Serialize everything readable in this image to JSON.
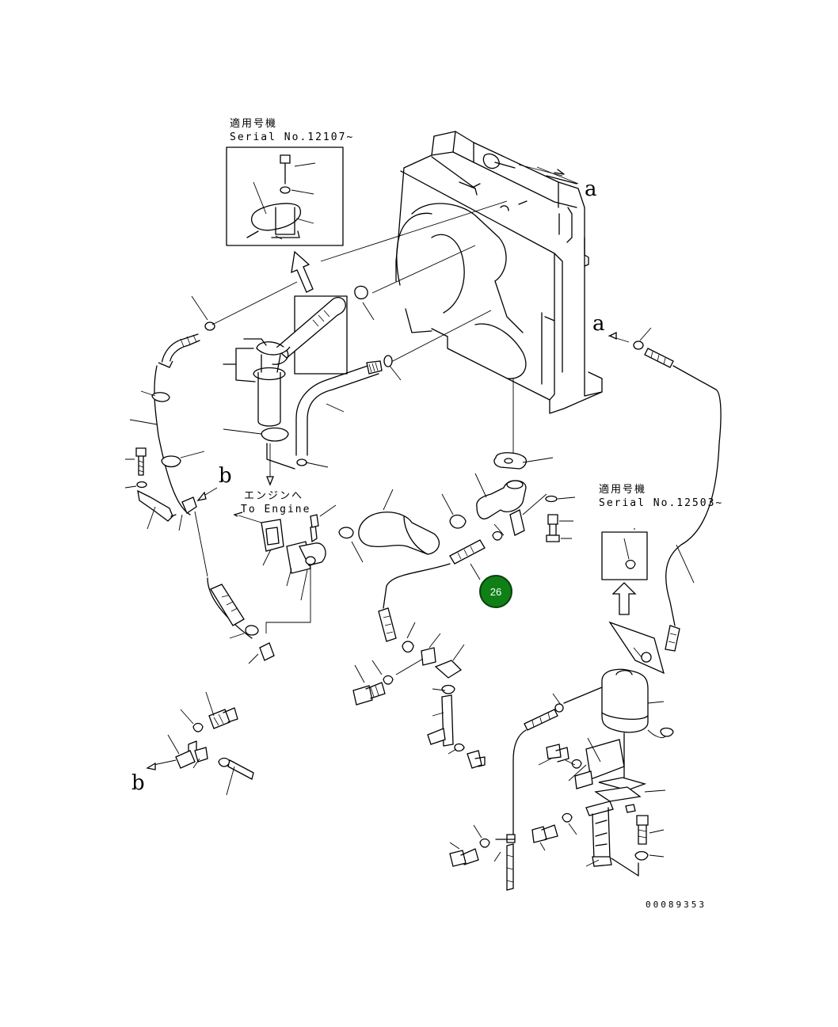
{
  "figure_code": "00089353",
  "inset_1": {
    "title_jp": "適用号機",
    "serial": "Serial No.12107~"
  },
  "inset_2": {
    "title_jp": "適用号機",
    "serial": "Serial No.12503~"
  },
  "engine_note": {
    "jp": "エンジンへ",
    "en": "To Engine"
  },
  "view_marks": {
    "a": "a",
    "b": "b"
  },
  "callout": {
    "label": "26",
    "color": "#0f7f16"
  }
}
